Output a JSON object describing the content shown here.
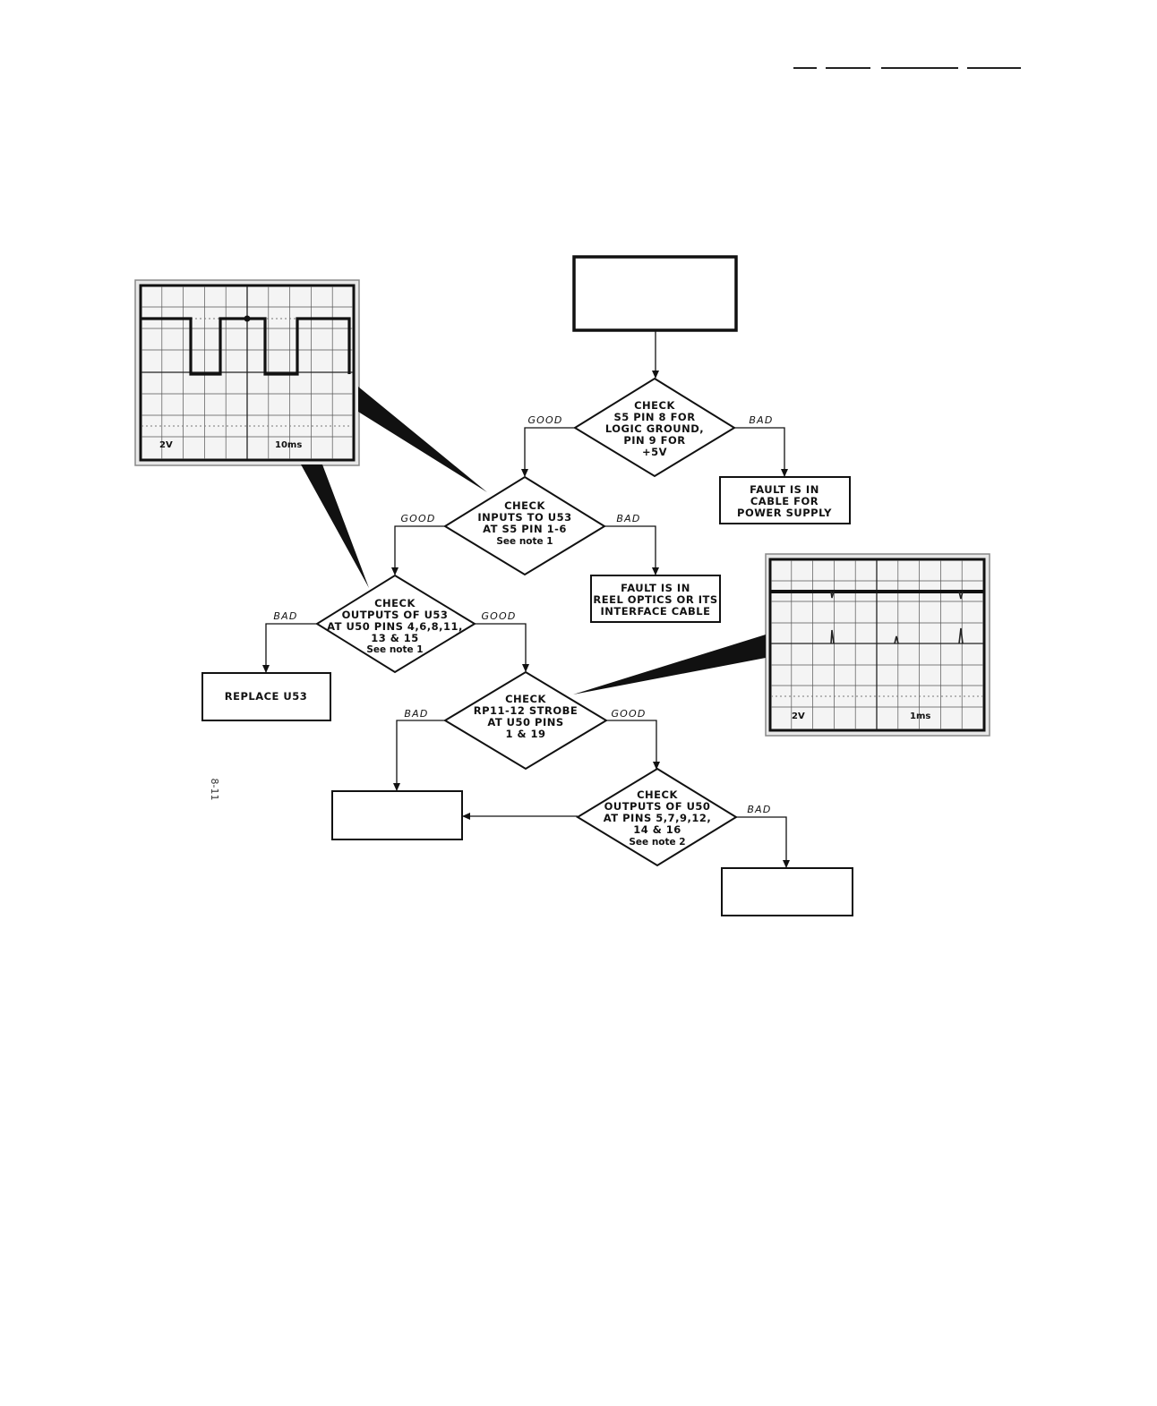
{
  "header_rule": true,
  "page_number": "8-11",
  "edge_labels": {
    "good": "GOOD",
    "bad": "BAD"
  },
  "nodes": {
    "start": {
      "lines": []
    },
    "d1": {
      "lines": [
        "CHECK",
        "S5 PIN 8 FOR",
        "LOGIC GROUND,",
        "PIN 9 FOR",
        "+5V"
      ]
    },
    "r1": {
      "lines": [
        "FAULT IS IN",
        "CABLE FOR",
        "POWER SUPPLY"
      ]
    },
    "d2": {
      "lines": [
        "CHECK",
        "INPUTS TO U53",
        "AT S5 PIN 1-6"
      ],
      "note": "See note 1"
    },
    "r2": {
      "lines": [
        "FAULT IS IN",
        "REEL OPTICS OR ITS",
        "INTERFACE CABLE"
      ]
    },
    "d3": {
      "lines": [
        "CHECK",
        "OUTPUTS OF U53",
        "AT U50 PINS 4,6,8,11,",
        "13 & 15"
      ],
      "note": "See note 1"
    },
    "r3": {
      "lines": [
        "REPLACE U53"
      ]
    },
    "d4": {
      "lines": [
        "CHECK",
        "RP11-12 STROBE",
        "AT U50 PINS",
        "1 & 19"
      ]
    },
    "r4": {
      "lines": []
    },
    "d5": {
      "lines": [
        "CHECK",
        "OUTPUTS OF U50",
        "AT PINS 5,7,9,12,",
        "14 & 16"
      ],
      "note": "See note 2"
    },
    "r5": {
      "lines": []
    }
  },
  "scopes": [
    {
      "volts": "2V",
      "time": "10ms",
      "trace": "square"
    },
    {
      "volts": "2V",
      "time": "1ms",
      "trace": "flat-high-spikes"
    }
  ]
}
